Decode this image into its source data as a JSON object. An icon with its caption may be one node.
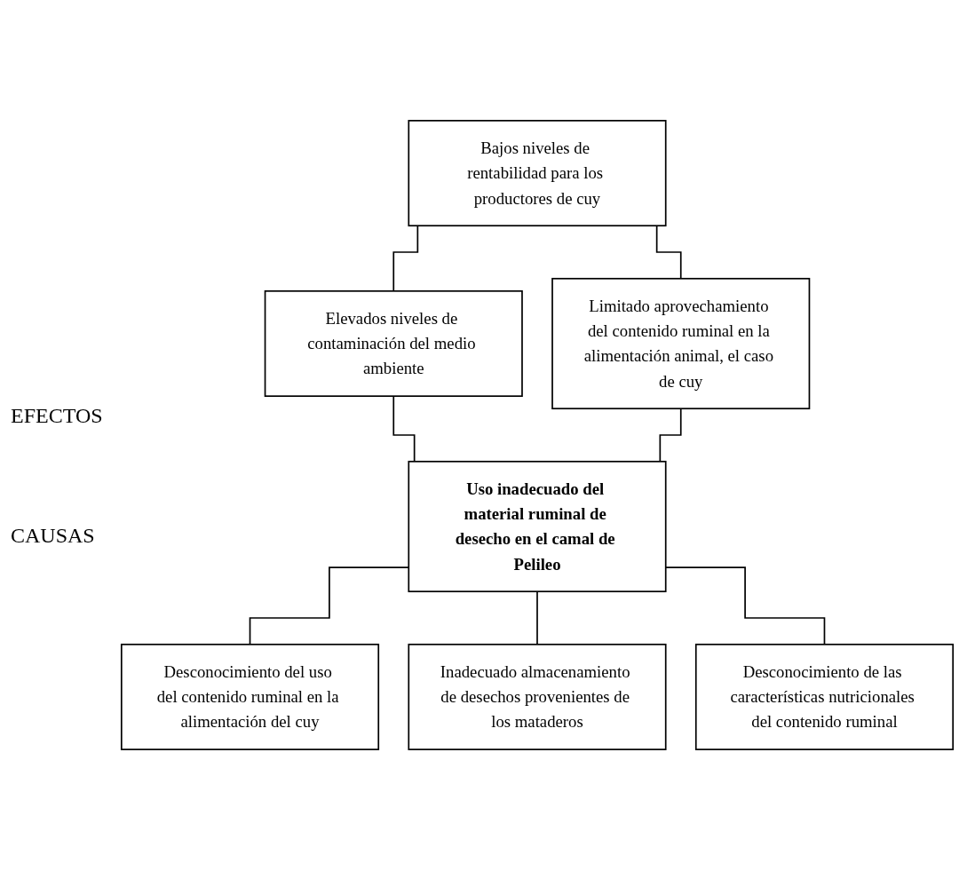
{
  "diagram": {
    "nodes": [
      {
        "text": [
          "Bajos niveles de rentabilidad para los productores de cuy"
        ]
      },
      {
        "text": [
          "Elevados niveles de contaminación del medio ambiente"
        ]
      },
      {
        "text": [
          "Limitado aprovechamiento del contenido ruminal en la alimentación animal, el caso de cuy"
        ]
      },
      {
        "text": [
          "Uso inadecuado del material ruminal de desecho en el camal de Pelileo"
        ]
      },
      {
        "text": [
          "Desconocimiento del uso del contenido ruminal en la alimentación del cuy"
        ]
      },
      {
        "text": [
          "Inadecuado almacenamiento de desechos provenientes de los mataderos"
        ]
      },
      {
        "text": [
          "Desconocimiento de las características nutricionales del contenido ruminal"
        ]
      }
    ],
    "edges": [
      {
        "from": 0,
        "to": 1,
        "arrow": "none"
      },
      {
        "from": 0,
        "to": 2,
        "arrow": "none"
      },
      {
        "from": 1,
        "to": 3,
        "arrow": "none"
      },
      {
        "from": 2,
        "to": 3,
        "arrow": "none"
      },
      {
        "from": 3,
        "to": 4,
        "arrow": "none"
      },
      {
        "from": 3,
        "to": 5,
        "arrow": "none"
      },
      {
        "from": 3,
        "to": 6,
        "arrow": "none"
      }
    ],
    "labels": [
      "EFECTOS",
      "CAUSAS"
    ]
  }
}
